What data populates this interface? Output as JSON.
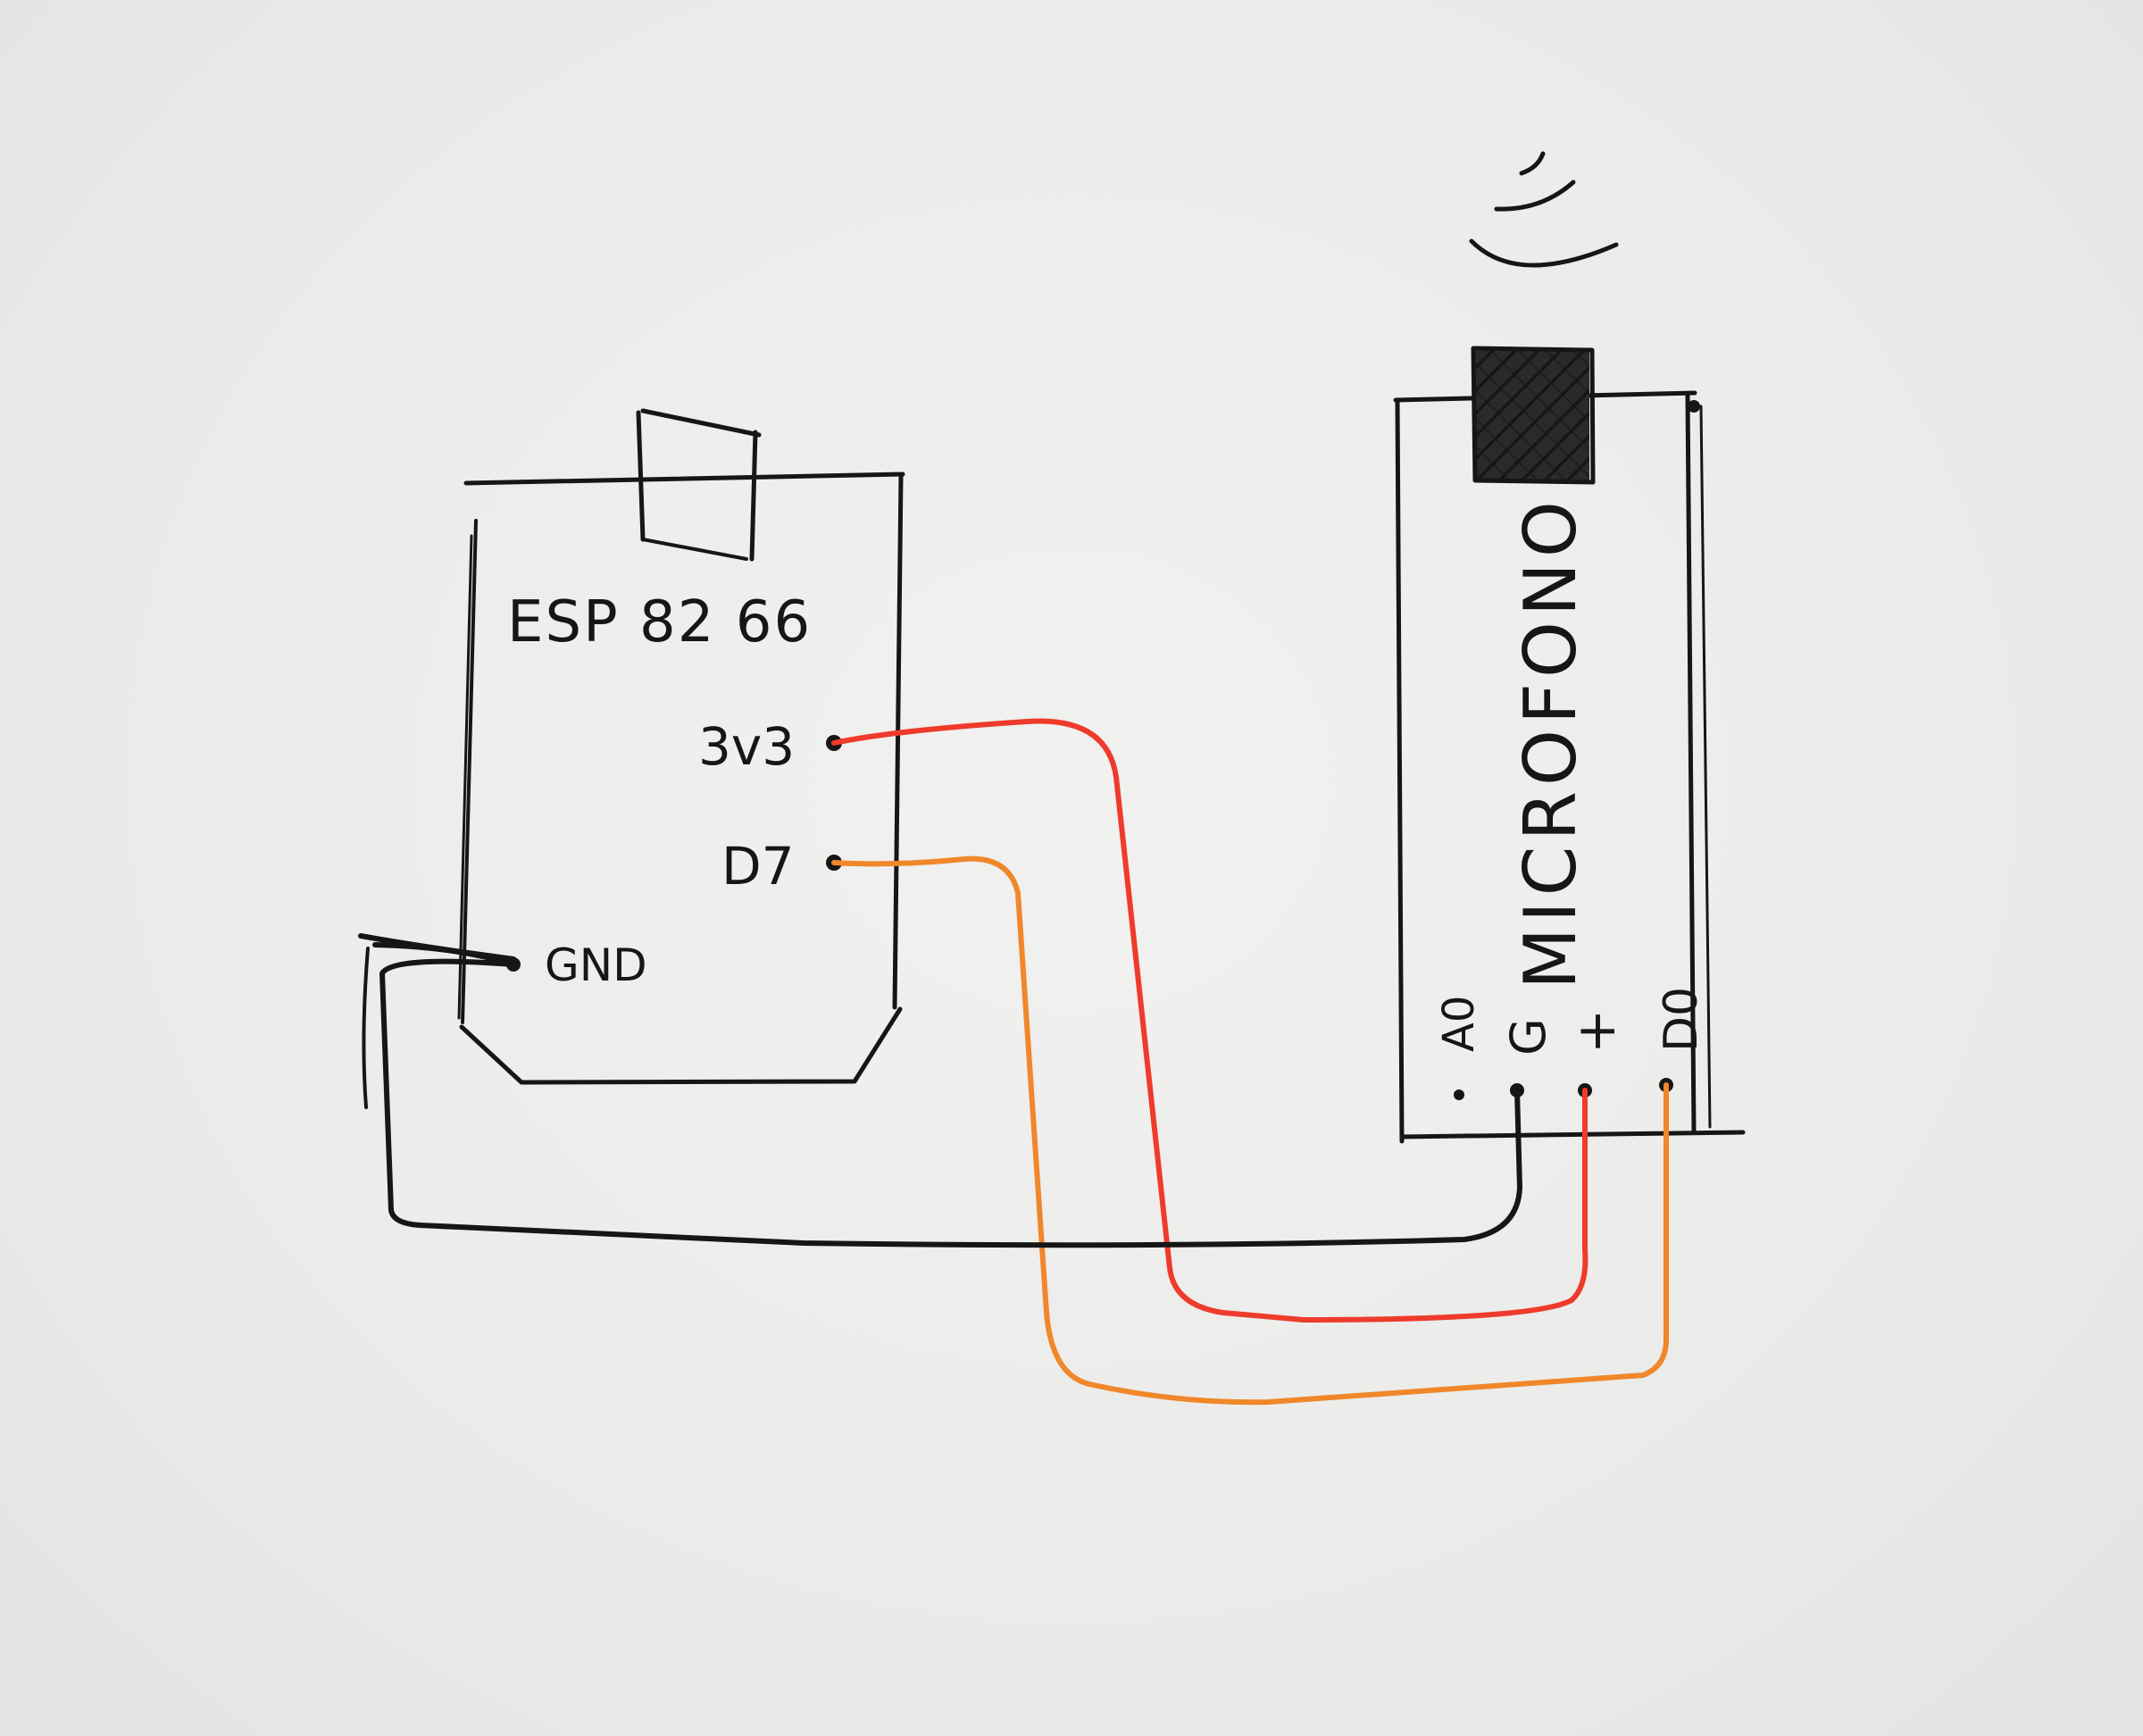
{
  "esp_module": {
    "title": "ESP 82 66",
    "pins": {
      "v3": "3v3",
      "d7": "D7",
      "gnd": "GND"
    }
  },
  "mic_module": {
    "title": "MICROFONO",
    "pins": {
      "a0": "A0",
      "g": "G",
      "plus": "+",
      "d0": "D0"
    }
  },
  "colors": {
    "ink": "#161616",
    "red_wire": "#ee3b2c",
    "orange_wire": "#f0872a",
    "paper": "#ececea"
  },
  "wires": [
    {
      "from": "3v3",
      "to": "+",
      "color": "red"
    },
    {
      "from": "D7",
      "to": "D0",
      "color": "orange"
    },
    {
      "from": "GND",
      "to": "G",
      "color": "black"
    }
  ],
  "icons": [
    "sound-waves-icon"
  ]
}
